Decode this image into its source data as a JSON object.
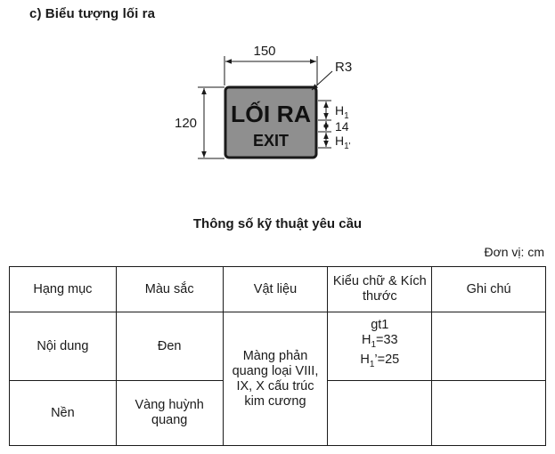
{
  "heading": "c) Biểu tượng lối ra",
  "sign": {
    "text_main": "LỐI RA",
    "text_sub": "EXIT",
    "dim_width": "150",
    "dim_height": "120",
    "dim_radius": "R3",
    "dim_h1": "H",
    "dim_h1_sub": "1",
    "dim_gap": "14",
    "dim_h1p": "H",
    "dim_h1p_sub": "1'",
    "colors": {
      "plate": "#8f8f8f",
      "border": "#1a1a1a",
      "text": "#111111"
    }
  },
  "spec": {
    "title": "Thông số kỹ thuật yêu cầu",
    "unit": "Đơn vị: cm",
    "headers": [
      "Hạng mục",
      "Màu sắc",
      "Vật liệu",
      "Kiểu chữ & Kích thước",
      "Ghi chú"
    ],
    "rows": [
      {
        "category": "Nội dung",
        "color": "Đen"
      },
      {
        "category": "Nền",
        "color": "Vàng huỳnh quang"
      }
    ],
    "material": "Màng phản quang loại VIII, IX, X cấu trúc kim cương",
    "size": {
      "font": "gt1",
      "h1_label": "H",
      "h1_sub": "1",
      "h1_value": "=33",
      "h1p_label": "H",
      "h1p_sub": "1",
      "h1p_prime": "’",
      "h1p_value": "=25"
    },
    "notes": [
      "",
      ""
    ],
    "row2_size": ""
  }
}
